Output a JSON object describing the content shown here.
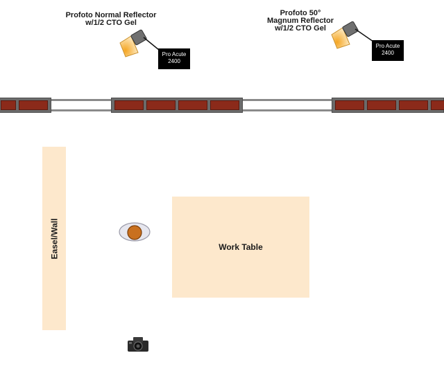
{
  "lights": [
    {
      "label": "Profoto Normal Reflector\nw/1/2 CTO Gel",
      "pack": "Pro Acute\n2400"
    },
    {
      "label": "Profoto 50°\nMagnum Reflector\nw/1/2 CTO Gel",
      "pack": "Pro Acute\n2400"
    }
  ],
  "easel": {
    "label": "Easel/Wall"
  },
  "table": {
    "label": "Work Table"
  },
  "colors": {
    "brick": "#8b2a1a",
    "furniture": "#fde8cc",
    "subject": "#c9701e"
  },
  "icons": [
    "light-head-icon",
    "camera-icon",
    "subject-icon"
  ]
}
